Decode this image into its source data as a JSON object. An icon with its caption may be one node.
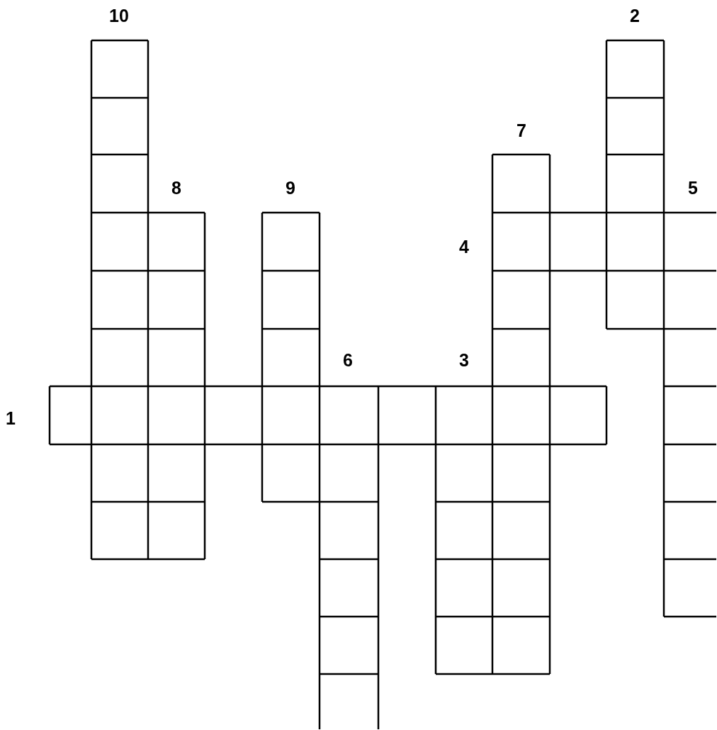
{
  "diagram": {
    "labels": [
      "10",
      "2",
      "7",
      "8",
      "9",
      "5",
      "4",
      "6",
      "3",
      "1"
    ]
  }
}
